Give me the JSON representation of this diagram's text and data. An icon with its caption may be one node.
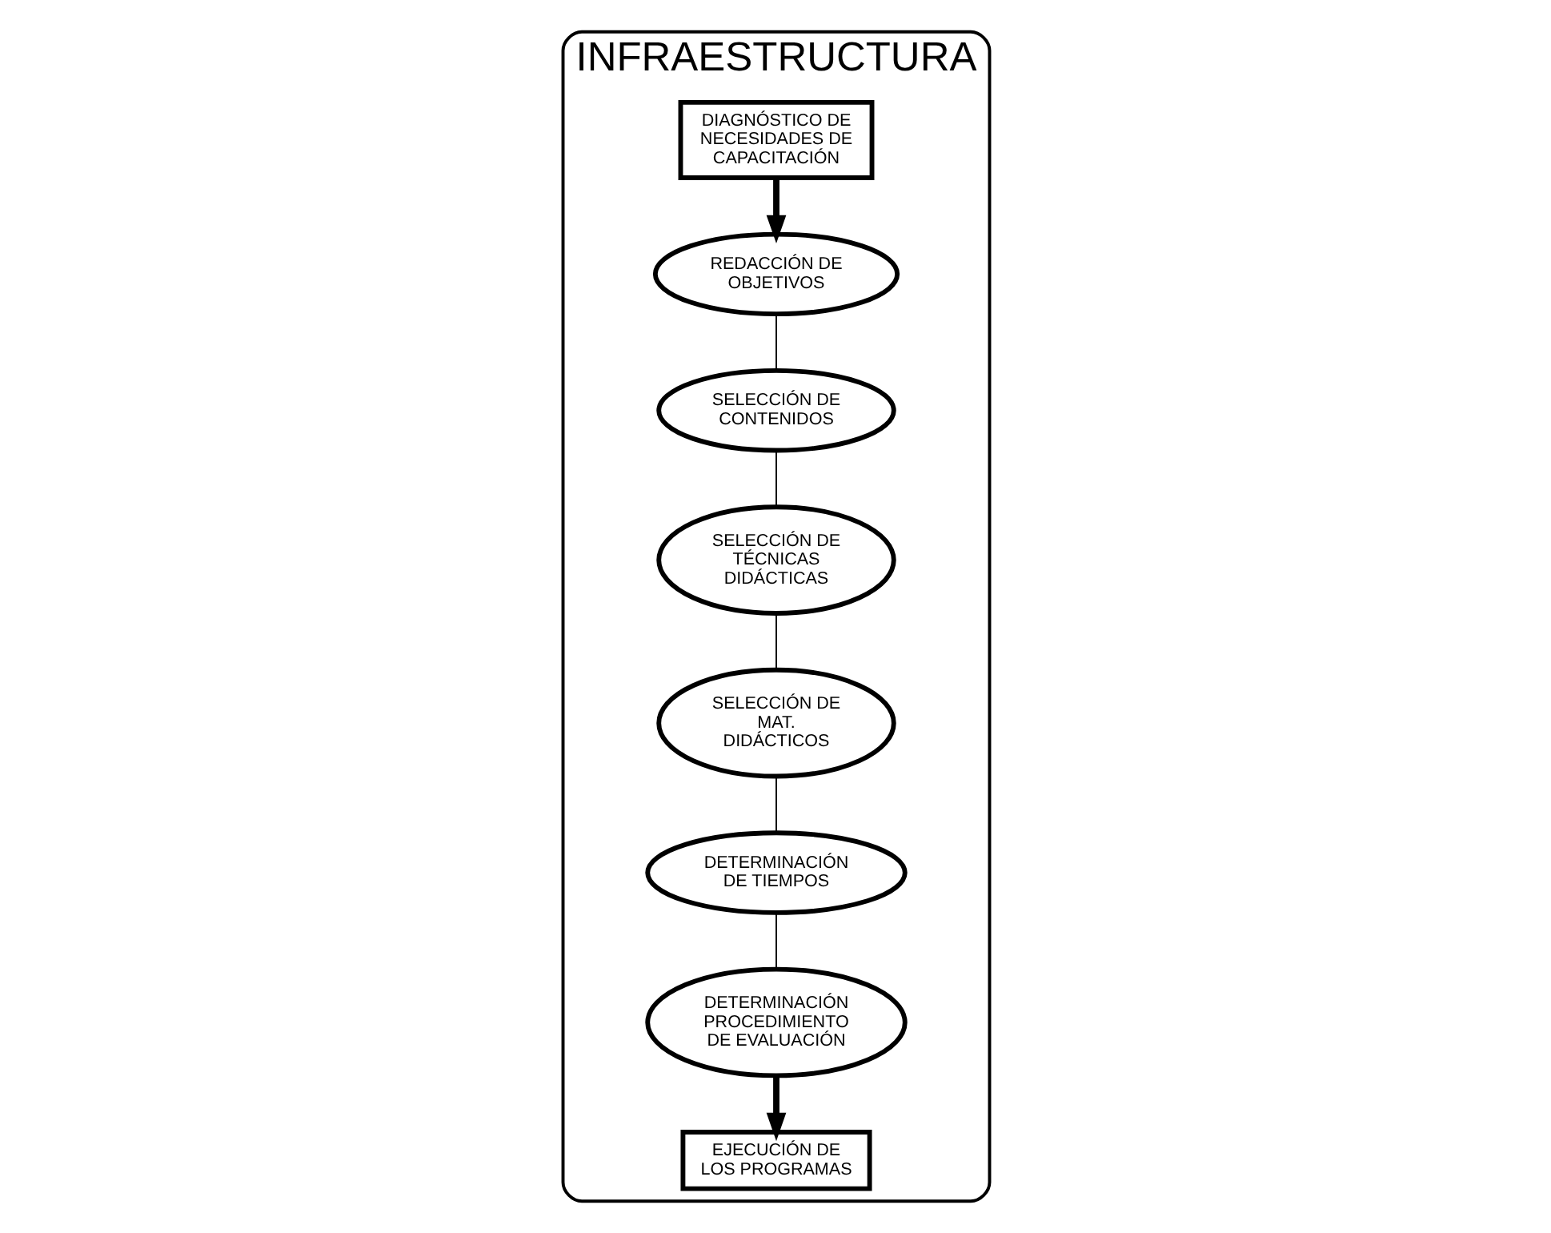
{
  "diagram": {
    "nodes": [
      {
        "text": [
          "INFRAESTRUCTURA"
        ]
      },
      {
        "text": [
          "DIAGNÓSTICO DE NECESIDADES DE CAPACITACIÓN"
        ],
        "in": 0
      },
      {
        "text": [
          "REDACCIÓN DE OBJETIVOS"
        ],
        "in": 0
      },
      {
        "text": [
          "SELECCIÓN DE CONTENIDOS"
        ],
        "in": 0
      },
      {
        "text": [
          "SELECCIÓN DE TÉCNICAS DIDÁCTICAS"
        ],
        "in": 0
      },
      {
        "text": [
          "SELECCIÓN DE MAT. DIDÁCTICOS"
        ],
        "in": 0
      },
      {
        "text": [
          "DETERMINACIÓN DE TIEMPOS"
        ],
        "in": 0
      },
      {
        "text": [
          "DETERMINACIÓN PROCEDIMIENTO DE EVALUACIÓN"
        ],
        "in": 0
      },
      {
        "text": [
          "EJECUCIÓN DE LOS PROGRAMAS"
        ],
        "in": 0
      }
    ],
    "edges": [
      {
        "from": 1,
        "to": 2,
        "arrow": "to",
        "style": "thick"
      },
      {
        "from": 2,
        "to": 3,
        "arrow": "none"
      },
      {
        "from": 3,
        "to": 4,
        "arrow": "none"
      },
      {
        "from": 4,
        "to": 5,
        "arrow": "none"
      },
      {
        "from": 5,
        "to": 6,
        "arrow": "none"
      },
      {
        "from": 6,
        "to": 7,
        "arrow": "none"
      },
      {
        "from": 7,
        "to": 8,
        "arrow": "to",
        "style": "thick"
      }
    ]
  }
}
